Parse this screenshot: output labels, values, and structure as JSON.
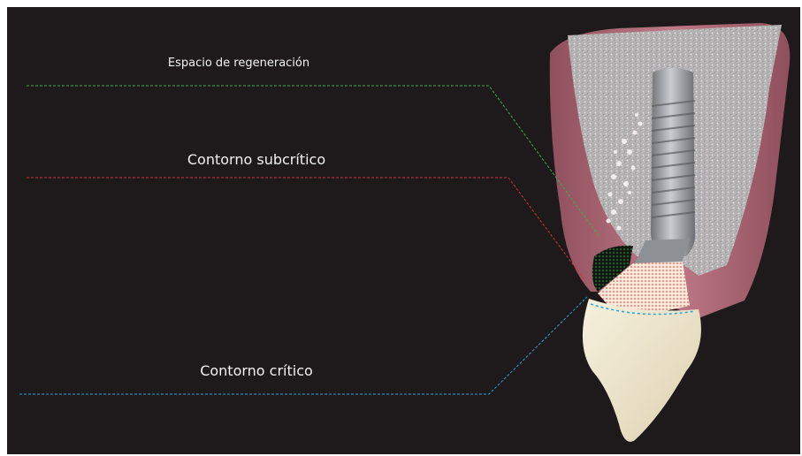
{
  "labels": {
    "regeneration": "Espacio de regeneración",
    "subcritical": "Contorno subcrítico",
    "critical": "Contorno crítico"
  },
  "colors": {
    "background": "#1e1a1b",
    "regeneration_line": "#3fae4a",
    "subcritical_line": "#d8323a",
    "critical_line": "#2aa3d6",
    "gum": "#b5677a",
    "bone": "#b9b6b8",
    "implant": "#9ea2a6",
    "crown": "#efe7cf"
  }
}
